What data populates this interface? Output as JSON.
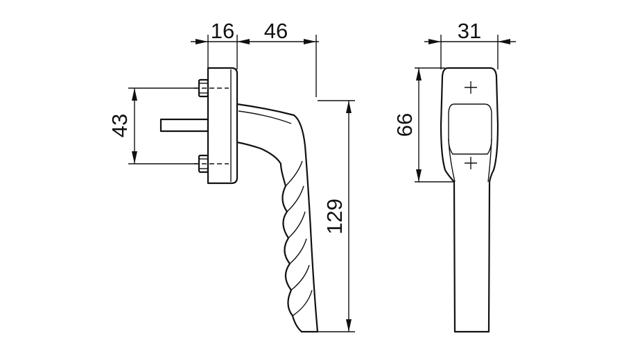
{
  "drawing": {
    "dimensions": {
      "rose_depth": "16",
      "handle_depth": "46",
      "screw_spacing": "43",
      "handle_length": "129",
      "rose_width": "31",
      "rose_height": "66"
    }
  }
}
